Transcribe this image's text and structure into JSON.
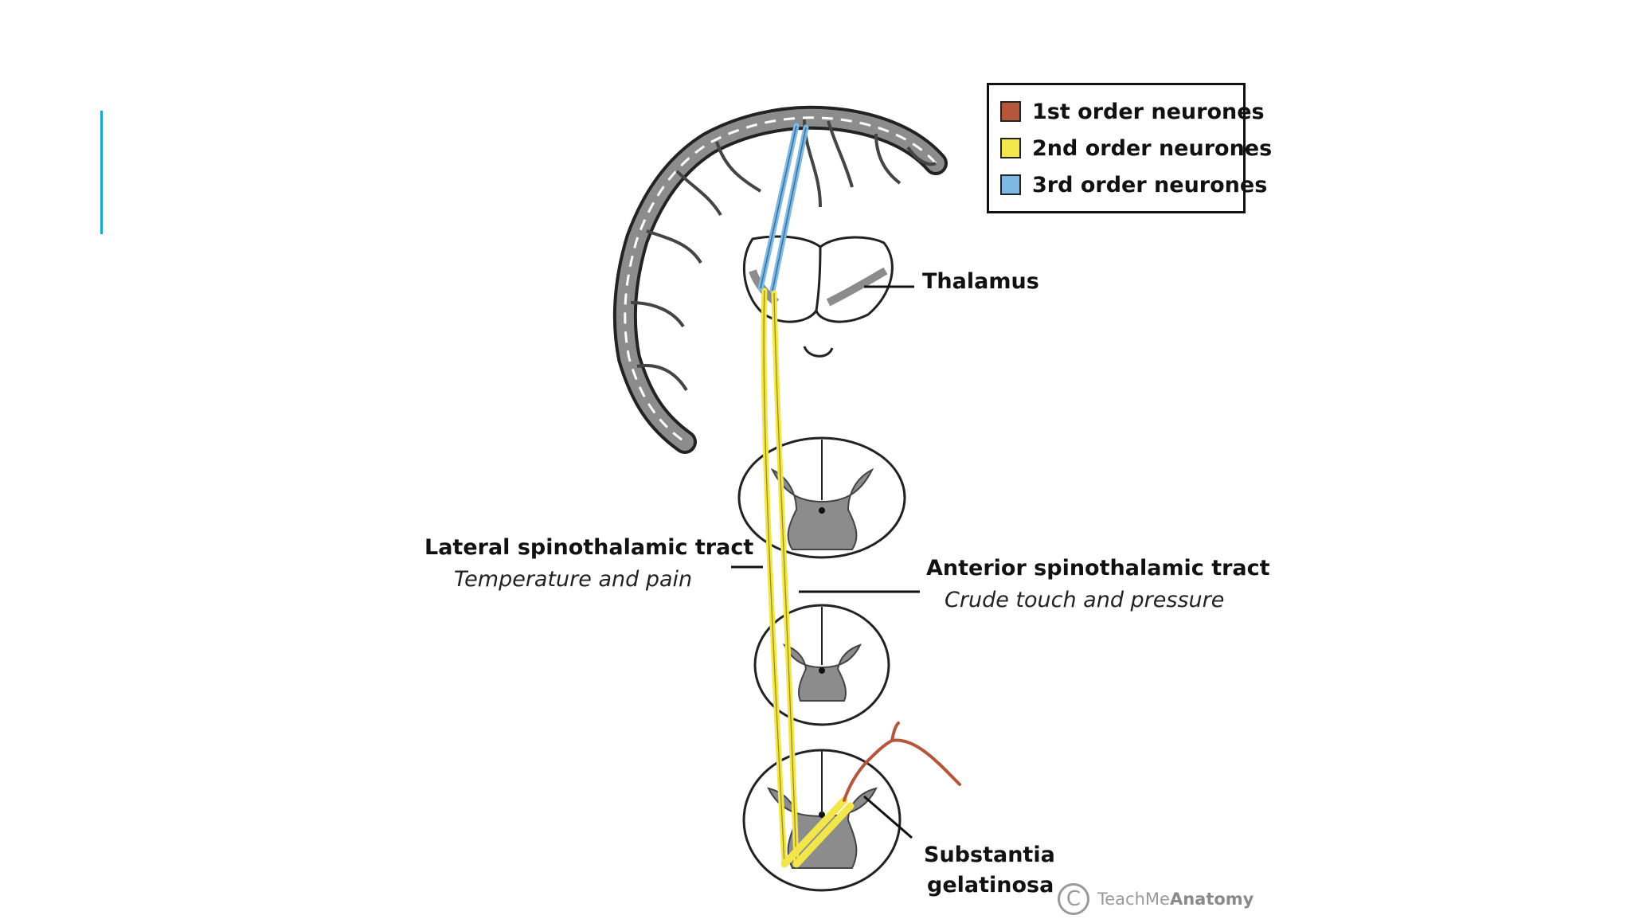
{
  "legend": {
    "items": [
      {
        "label": "1st order neurones",
        "color": "#b5553a"
      },
      {
        "label": "2nd order neurones",
        "color": "#f2e64b"
      },
      {
        "label": "3rd order neurones",
        "color": "#7eb8e4"
      }
    ]
  },
  "labels": {
    "thalamus": "Thalamus",
    "lateral_tract": "Lateral spinothalamic tract",
    "lateral_tract_sub": "Temperature and pain",
    "anterior_tract": "Anterior spinothalamic tract",
    "anterior_tract_sub": "Crude touch and pressure",
    "substantia_line1": "Substantia",
    "substantia_line2": "gelatinosa"
  },
  "watermark": {
    "symbol": "C",
    "prefix": "TeachMe",
    "brand": "Anatomy"
  },
  "colors": {
    "accent": "#1aa3d9",
    "first_order": "#b5553a",
    "second_order": "#f2e64b",
    "third_order": "#7eb8e4",
    "grey_matter": "#8c8c8c"
  }
}
